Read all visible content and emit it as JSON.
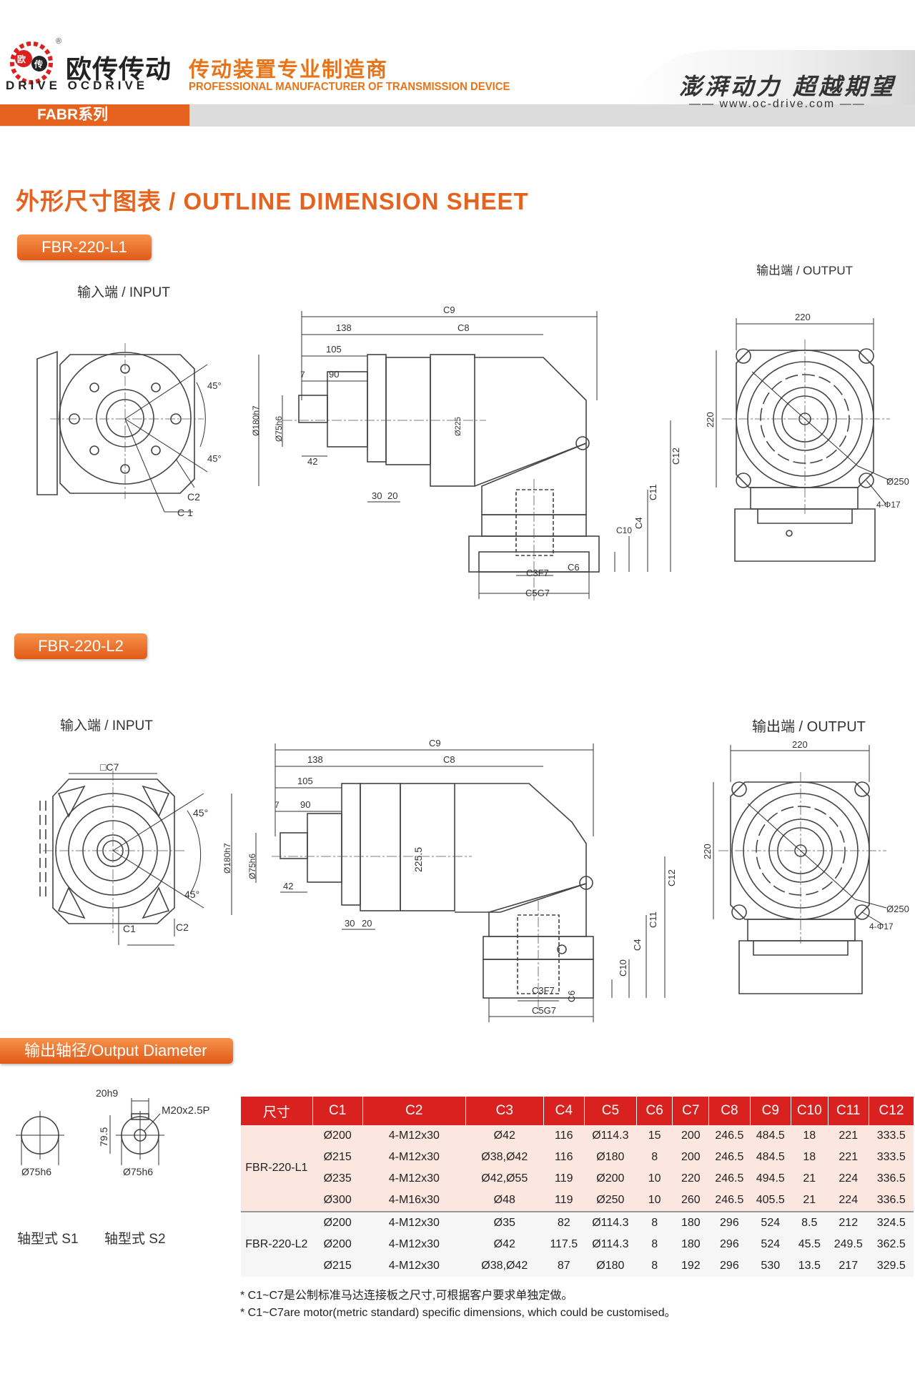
{
  "header": {
    "reg_mark": "®",
    "logo_text_1": "欧",
    "logo_text_2": "传",
    "brand_cn": "欧传传动",
    "brand_en": "DRIVE OCDRIVE",
    "tagline_cn": "传动装置专业制造商",
    "tagline_en": "PROFESSIONAL MANUFACTURER OF TRANSMISSION DEVICE",
    "slogan": "澎湃动力 超越期望",
    "website": "—— www.oc-drive.com ——",
    "series": "FABR系列"
  },
  "page_title": "外形尺寸图表 / OUTLINE DIMENSION SHEET",
  "section1": {
    "model": "FBR-220-L1",
    "input_label": "输入端 / INPUT",
    "output_label": "输出端 / OUTPUT",
    "dims": {
      "c9": "C9",
      "c8": "C8",
      "d138": "138",
      "d105": "105",
      "d90": "90",
      "d7": "7",
      "d42": "42",
      "d30": "30",
      "d20": "20",
      "phi180": "Ø180h7",
      "phi75": "Ø75h6",
      "phi225": "Ø225",
      "c12": "C12",
      "c11": "C11",
      "c4": "C4",
      "c10": "C10",
      "c6": "C6",
      "c3": "C3F7",
      "c5": "C5G7",
      "w220": "220",
      "h220": "220",
      "phi250": "Ø250",
      "holes": "4-Φ17",
      "a45a": "45°",
      "a45b": "45°",
      "c2": "C2",
      "c1": "C 1"
    }
  },
  "section2": {
    "model": "FBR-220-L2",
    "input_label": "输入端 / INPUT",
    "output_label": "输出端 / OUTPUT",
    "dims": {
      "c9": "C9",
      "c8": "C8",
      "d138": "138",
      "d105": "105",
      "d90": "90",
      "d7": "7",
      "d42": "42",
      "d30": "30",
      "d20": "20",
      "phi180": "Ø180h7",
      "phi75": "Ø75h6",
      "d225": "225.5",
      "c12": "C12",
      "c11": "C11",
      "c4": "C4",
      "c10": "C10",
      "c6": "C6",
      "c3": "C3F7",
      "c5": "C5G7",
      "w220": "220",
      "h220": "220",
      "phi250": "Ø250",
      "holes": "4-Φ17",
      "a45a": "45°",
      "a45b": "45°",
      "c2": "C2",
      "c1": "C1",
      "c7": "□C7"
    }
  },
  "section3": {
    "title": "输出轴径/Output Diameter",
    "s1_label": "轴型式 S1",
    "s2_label": "轴型式 S2",
    "s1_dia": "Ø75h6",
    "s2_dia": "Ø75h6",
    "s2_key": "20h9",
    "s2_height": "79.5",
    "s2_thread": "M20x2.5P"
  },
  "table": {
    "headers": [
      "尺寸",
      "C1",
      "C2",
      "C3",
      "C4",
      "C5",
      "C6",
      "C7",
      "C8",
      "C9",
      "C10",
      "C11",
      "C12"
    ],
    "groups": [
      {
        "model": "FBR-220-L1",
        "rows": [
          [
            "Ø200",
            "4-M12x30",
            "Ø42",
            "116",
            "Ø114.3",
            "15",
            "200",
            "246.5",
            "484.5",
            "18",
            "221",
            "333.5"
          ],
          [
            "Ø215",
            "4-M12x30",
            "Ø38,Ø42",
            "116",
            "Ø180",
            "8",
            "200",
            "246.5",
            "484.5",
            "18",
            "221",
            "333.5"
          ],
          [
            "Ø235",
            "4-M12x30",
            "Ø42,Ø55",
            "119",
            "Ø200",
            "10",
            "220",
            "246.5",
            "494.5",
            "21",
            "224",
            "336.5"
          ],
          [
            "Ø300",
            "4-M16x30",
            "Ø48",
            "119",
            "Ø250",
            "10",
            "260",
            "246.5",
            "405.5",
            "21",
            "224",
            "336.5"
          ]
        ]
      },
      {
        "model": "FBR-220-L2",
        "rows": [
          [
            "Ø200",
            "4-M12x30",
            "Ø35",
            "82",
            "Ø114.3",
            "8",
            "180",
            "296",
            "524",
            "8.5",
            "212",
            "324.5"
          ],
          [
            "Ø200",
            "4-M12x30",
            "Ø42",
            "117.5",
            "Ø114.3",
            "8",
            "180",
            "296",
            "524",
            "45.5",
            "249.5",
            "362.5"
          ],
          [
            "Ø215",
            "4-M12x30",
            "Ø38,Ø42",
            "87",
            "Ø180",
            "8",
            "192",
            "296",
            "530",
            "13.5",
            "217",
            "329.5"
          ]
        ]
      }
    ]
  },
  "notes": {
    "cn": "* C1~C7是公制标准马达连接板之尺寸,可根据客户要求单独定做。",
    "en": "* C1~C7are motor(metric standard)  specific dimensions, which could be customised。"
  }
}
